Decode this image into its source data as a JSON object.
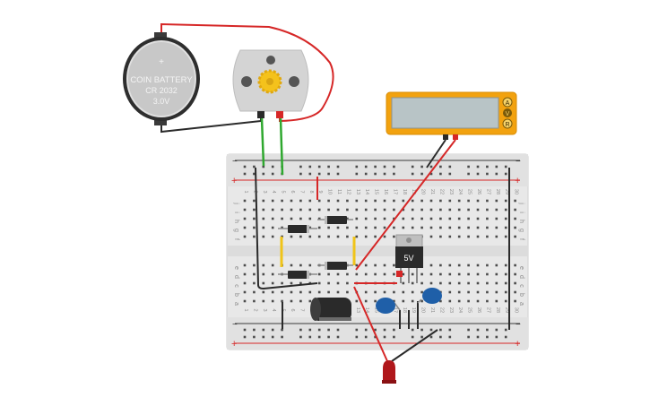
{
  "components": {
    "coin_battery": {
      "line1": "COIN BATTERY",
      "line2": "CR 2032",
      "line3": "3.0V",
      "color": "#c8c8c8"
    },
    "dc_motor": {
      "icon": "gear-icon",
      "color": "#d4d4d4"
    },
    "multimeter": {
      "mode_a": "A",
      "mode_v": "V",
      "mode_r": "R",
      "color": "#f2a20f"
    },
    "regulator": {
      "label": "5V",
      "color": "#2b2b2b"
    },
    "led": {
      "color": "#b0171b"
    },
    "capacitors": {
      "color": "#1f5fa8"
    },
    "electrolytic": {
      "color": "#2a2a2a"
    }
  },
  "breadboard": {
    "power_plus": "+",
    "power_minus": "−",
    "rows_top": [
      "j",
      "i",
      "h",
      "g",
      "f"
    ],
    "rows_bottom": [
      "e",
      "d",
      "c",
      "b",
      "a"
    ],
    "col_numbers": [
      "1",
      "2",
      "3",
      "4",
      "5",
      "6",
      "7",
      "8",
      "9",
      "10",
      "11",
      "12",
      "13",
      "14",
      "15",
      "16",
      "17",
      "18",
      "19",
      "20",
      "21",
      "22",
      "23",
      "24",
      "25",
      "26",
      "27",
      "28",
      "29",
      "30"
    ]
  },
  "wires": {
    "red": "#d62727",
    "black": "#2a2a2a",
    "green": "#2fa82f",
    "yellow": "#f0c419"
  }
}
